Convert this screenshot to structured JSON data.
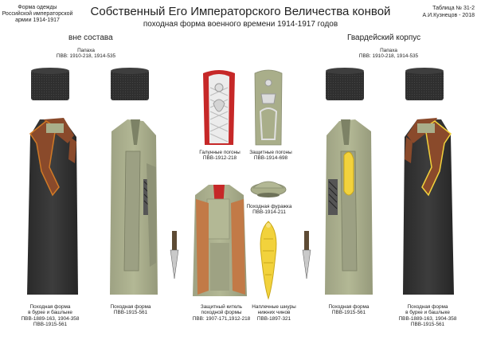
{
  "header": {
    "title": "Собственный Его Императорского Величества конвой",
    "subtitle": "походная форма военного времени 1914-1917 годов"
  },
  "left_note": {
    "line1": "Форма одежды",
    "line2": "Российской императорской",
    "line3": "армии 1914-1917"
  },
  "right_note": {
    "line1": "Таблица № 31-2",
    "line2": "А.И.Кузнецов - 2018"
  },
  "sections": {
    "left": "вне состава",
    "right": "Гвардейский корпус"
  },
  "papakha_left": {
    "line1": "Папаха",
    "line2": "ПВВ: 1910-218, 1914-535"
  },
  "papakha_right": {
    "line1": "Папаха",
    "line2": "ПВВ: 1910-218, 1914-535"
  },
  "captions": {
    "galun_pogony": {
      "line1": "Галунные погоны",
      "line2": "ПВВ-1912-218"
    },
    "protective_pogony": {
      "line1": "Защитные погоны",
      "line2": "ПВВ-1914-698"
    },
    "cap": {
      "line1": "Походная фуражка",
      "line2": "ПВВ-1914-211"
    },
    "fig1": {
      "line1": "Походная форма",
      "line2": "в бурке и башлыке",
      "line3": "ПВВ-1889-163, 1904-358",
      "line4": "ПВВ-1915-561"
    },
    "fig2": {
      "line1": "Походная форма",
      "line2": "ПВВ-1915-561"
    },
    "tunic": {
      "line1": "Защитный китель",
      "line2": "походной формы",
      "line3": "ПВВ: 1907-171,1912-218"
    },
    "cords": {
      "line1": "Наплечные шнуры",
      "line2": "нижних чинов",
      "line3": "ПВВ-1897-321"
    },
    "fig4": {
      "line1": "Походная форма",
      "line2": "ПВВ-1915-561"
    },
    "fig5": {
      "line1": "Походная форма",
      "line2": "в бурке и башлыке",
      "line3": "ПВВ-1889-163, 1904-358",
      "line4": "ПВВ-1915-561"
    }
  },
  "colors": {
    "papakha": "#2b2b2b",
    "burka": "#333333",
    "bashlyk": "#8a4a2b",
    "khaki": "#a9ae8a",
    "galun_red": "#c62828",
    "cord_yellow": "#f2d23c"
  }
}
